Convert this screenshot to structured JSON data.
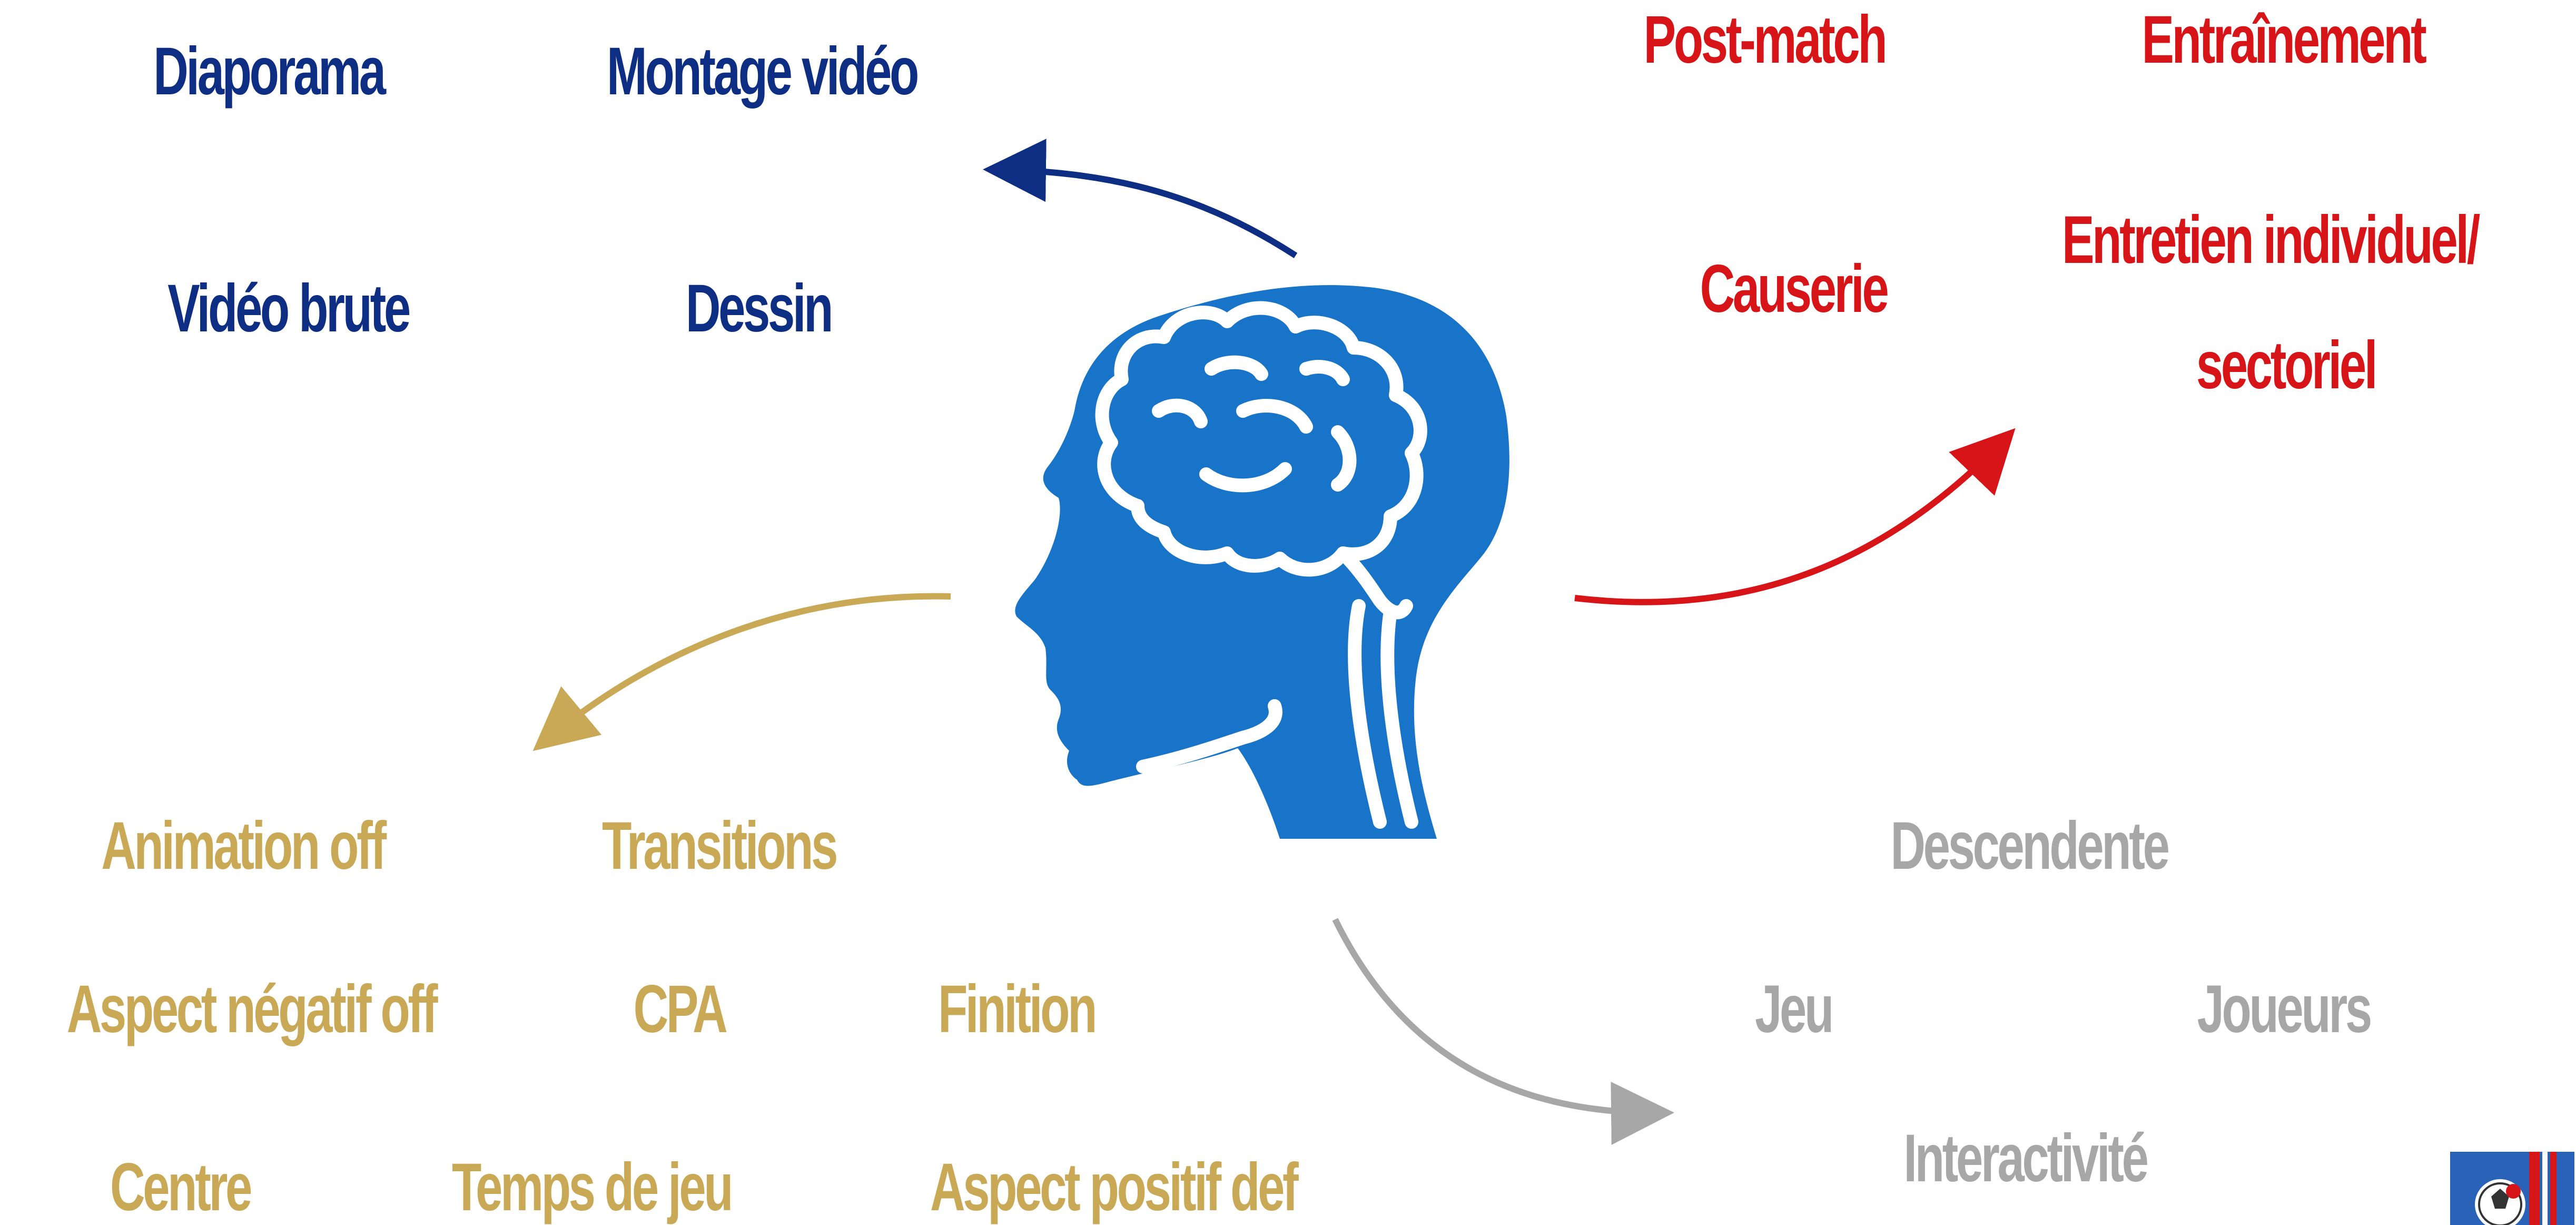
{
  "colors": {
    "blue": "#0d2e82",
    "red": "#d71417",
    "gold": "#c9a856",
    "grey": "#a7a7a7",
    "head": "#1874c8"
  },
  "blue_group": {
    "diaporama": "Diaporama",
    "montage": "Montage vidéo",
    "video_brute": "Vidéo brute",
    "dessin": "Dessin"
  },
  "red_group": {
    "post_match": "Post-match",
    "entrainement": "Entraînement",
    "causerie": "Causerie",
    "entretien_line1": "Entretien individuel/",
    "entretien_line2": "sectoriel"
  },
  "gold_group": {
    "animation_off": "Animation off",
    "transitions": "Transitions",
    "aspect_negatif": "Aspect négatif off",
    "cpa": "CPA",
    "finition": "Finition",
    "centre": "Centre",
    "temps_de_jeu": "Temps de jeu",
    "aspect_positif": "Aspect positif def"
  },
  "grey_group": {
    "descendente": "Descendente",
    "jeu": "Jeu",
    "joueurs": "Joueurs",
    "interactivite": "Interactivité"
  },
  "icons": {
    "center": "head-brain-icon",
    "corner": "club-logo"
  }
}
